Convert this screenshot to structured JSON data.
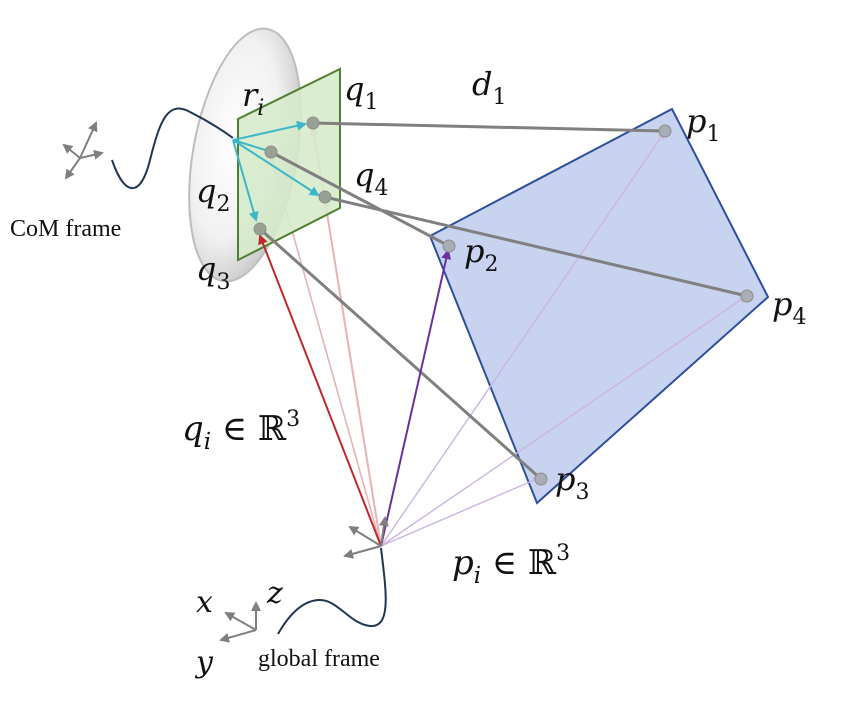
{
  "colors": {
    "background": "#ffffff",
    "target_quad_fill": "#c8d3ef",
    "target_quad_stroke": "#2e4f9c",
    "source_quad_fill": "#d6ebc9",
    "source_quad_stroke": "#4f7f2f",
    "correspondence_line": "#808080",
    "q_vector": "#c0282e",
    "p_vector": "#6b2fa0",
    "r_vector": "#3cb6c8",
    "frame_axes": "#7f7f7f",
    "cable": "#1f3655",
    "text": "#111111"
  },
  "labels": {
    "r": "r",
    "r_sub": "i",
    "q1": "q",
    "q1_sub": "1",
    "q2": "q",
    "q2_sub": "2",
    "q3": "q",
    "q3_sub": "3",
    "q4": "q",
    "q4_sub": "4",
    "p1": "p",
    "p1_sub": "1",
    "p2": "p",
    "p2_sub": "2",
    "p3": "p",
    "p3_sub": "3",
    "p4": "p",
    "p4_sub": "4",
    "d1": "d",
    "d1_sub": "1",
    "q_set_var": "q",
    "q_set_sub": "i",
    "q_set_in": " ∈ ℝ",
    "q_set_sup": "3",
    "p_set_var": "p",
    "p_set_sub": "i",
    "p_set_in": " ∈ ℝ",
    "p_set_sup": "3",
    "com_frame": "CoM frame",
    "global_frame": "global frame",
    "axis_x": "x",
    "axis_y": "y",
    "axis_z": "z"
  }
}
